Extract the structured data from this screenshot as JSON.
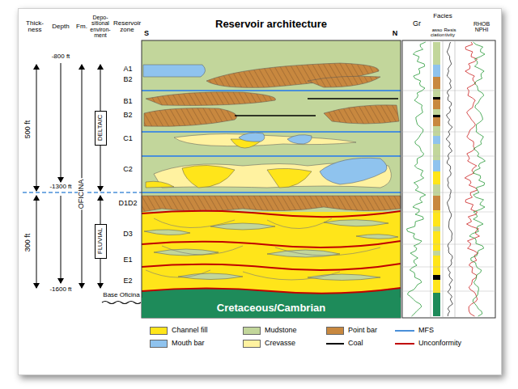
{
  "diagram": {
    "nodes": [
      {
        "text": [
          "DELTAIC"
        ]
      },
      {
        "text": [
          "FLUVIAL"
        ]
      },
      {
        "text": [
          "Cretaceous/Cambrian"
        ]
      }
    ],
    "labels": [
      "Thick- ness",
      "Depth",
      "Fm.",
      "Depo- sitional environ- ment",
      "Reservoir zone",
      "Reservoir architecture",
      "S",
      "N",
      "Gr",
      "Facies",
      "asso ciation",
      "Resis tivity",
      "RHOB NPHI",
      "-800 ft",
      "500 ft",
      "-1300 ft",
      "300 ft",
      "-1600 ft",
      "OFICINA",
      "A1",
      "B2",
      "B1",
      "B2",
      "C1",
      "C2",
      "D1D2",
      "D3",
      "E1",
      "E2",
      "Base Oficina"
    ],
    "legend": [
      {
        "text": "Channel fill",
        "color": "#ffe51a"
      },
      {
        "text": "Mudstone",
        "color": "#c2d69b"
      },
      {
        "text": "Point bar",
        "color": "#c8883f"
      },
      {
        "text": "MFS"
      },
      {
        "text": "Mouth bar",
        "color": "#8fc3ee"
      },
      {
        "text": "Crevasse",
        "color": "#fff2a0"
      },
      {
        "text": "Coal"
      },
      {
        "text": "Unconformity"
      }
    ]
  }
}
